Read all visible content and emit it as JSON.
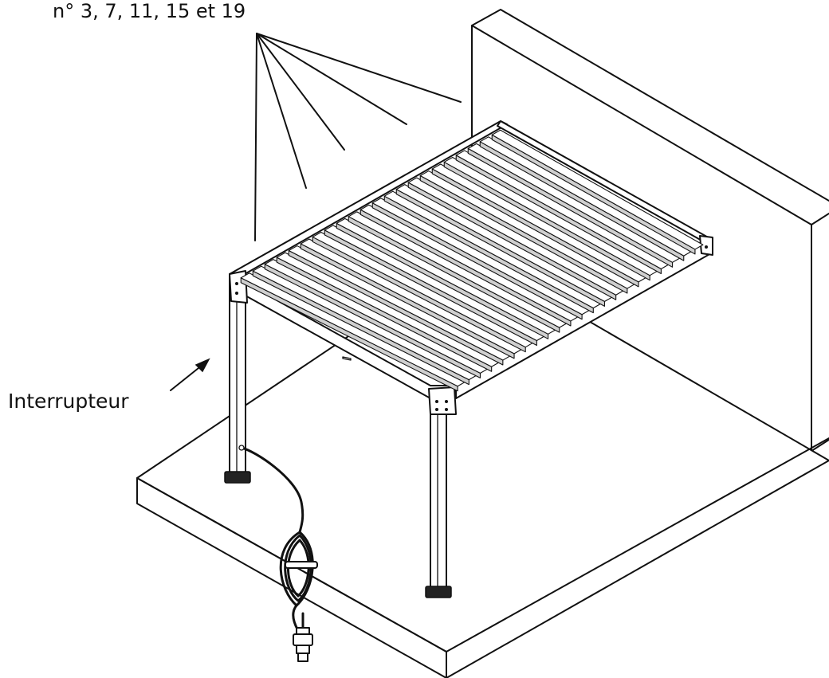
{
  "labels": {
    "louvers_note": "n° 3, 7, 11, 15 et 19",
    "switch": "Interrupteur"
  },
  "colors": {
    "line": "#111111",
    "slat_shade": "#cfcfcf",
    "background": "#ffffff"
  },
  "louvers": {
    "count": 22,
    "highlighted": [
      3,
      7,
      11,
      15,
      19
    ]
  }
}
